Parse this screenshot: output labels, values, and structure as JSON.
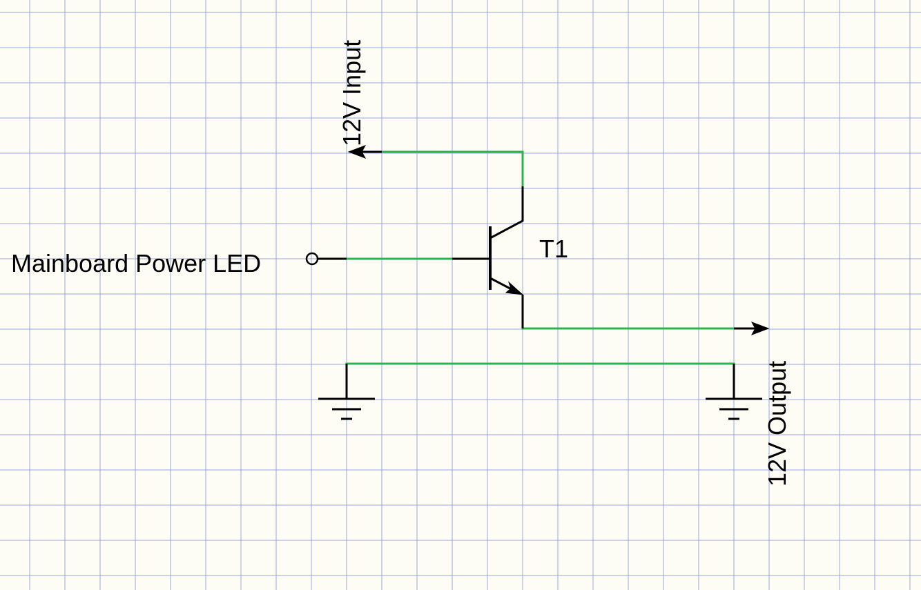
{
  "labels": {
    "input": "12V Input",
    "output": "12V Output",
    "signal": "Mainboard Power LED",
    "transistor": "T1"
  },
  "colors": {
    "background": "#fdfdf6",
    "grid": "#9aa3dc",
    "wire": "#2eb34e",
    "symbol": "#000000"
  }
}
